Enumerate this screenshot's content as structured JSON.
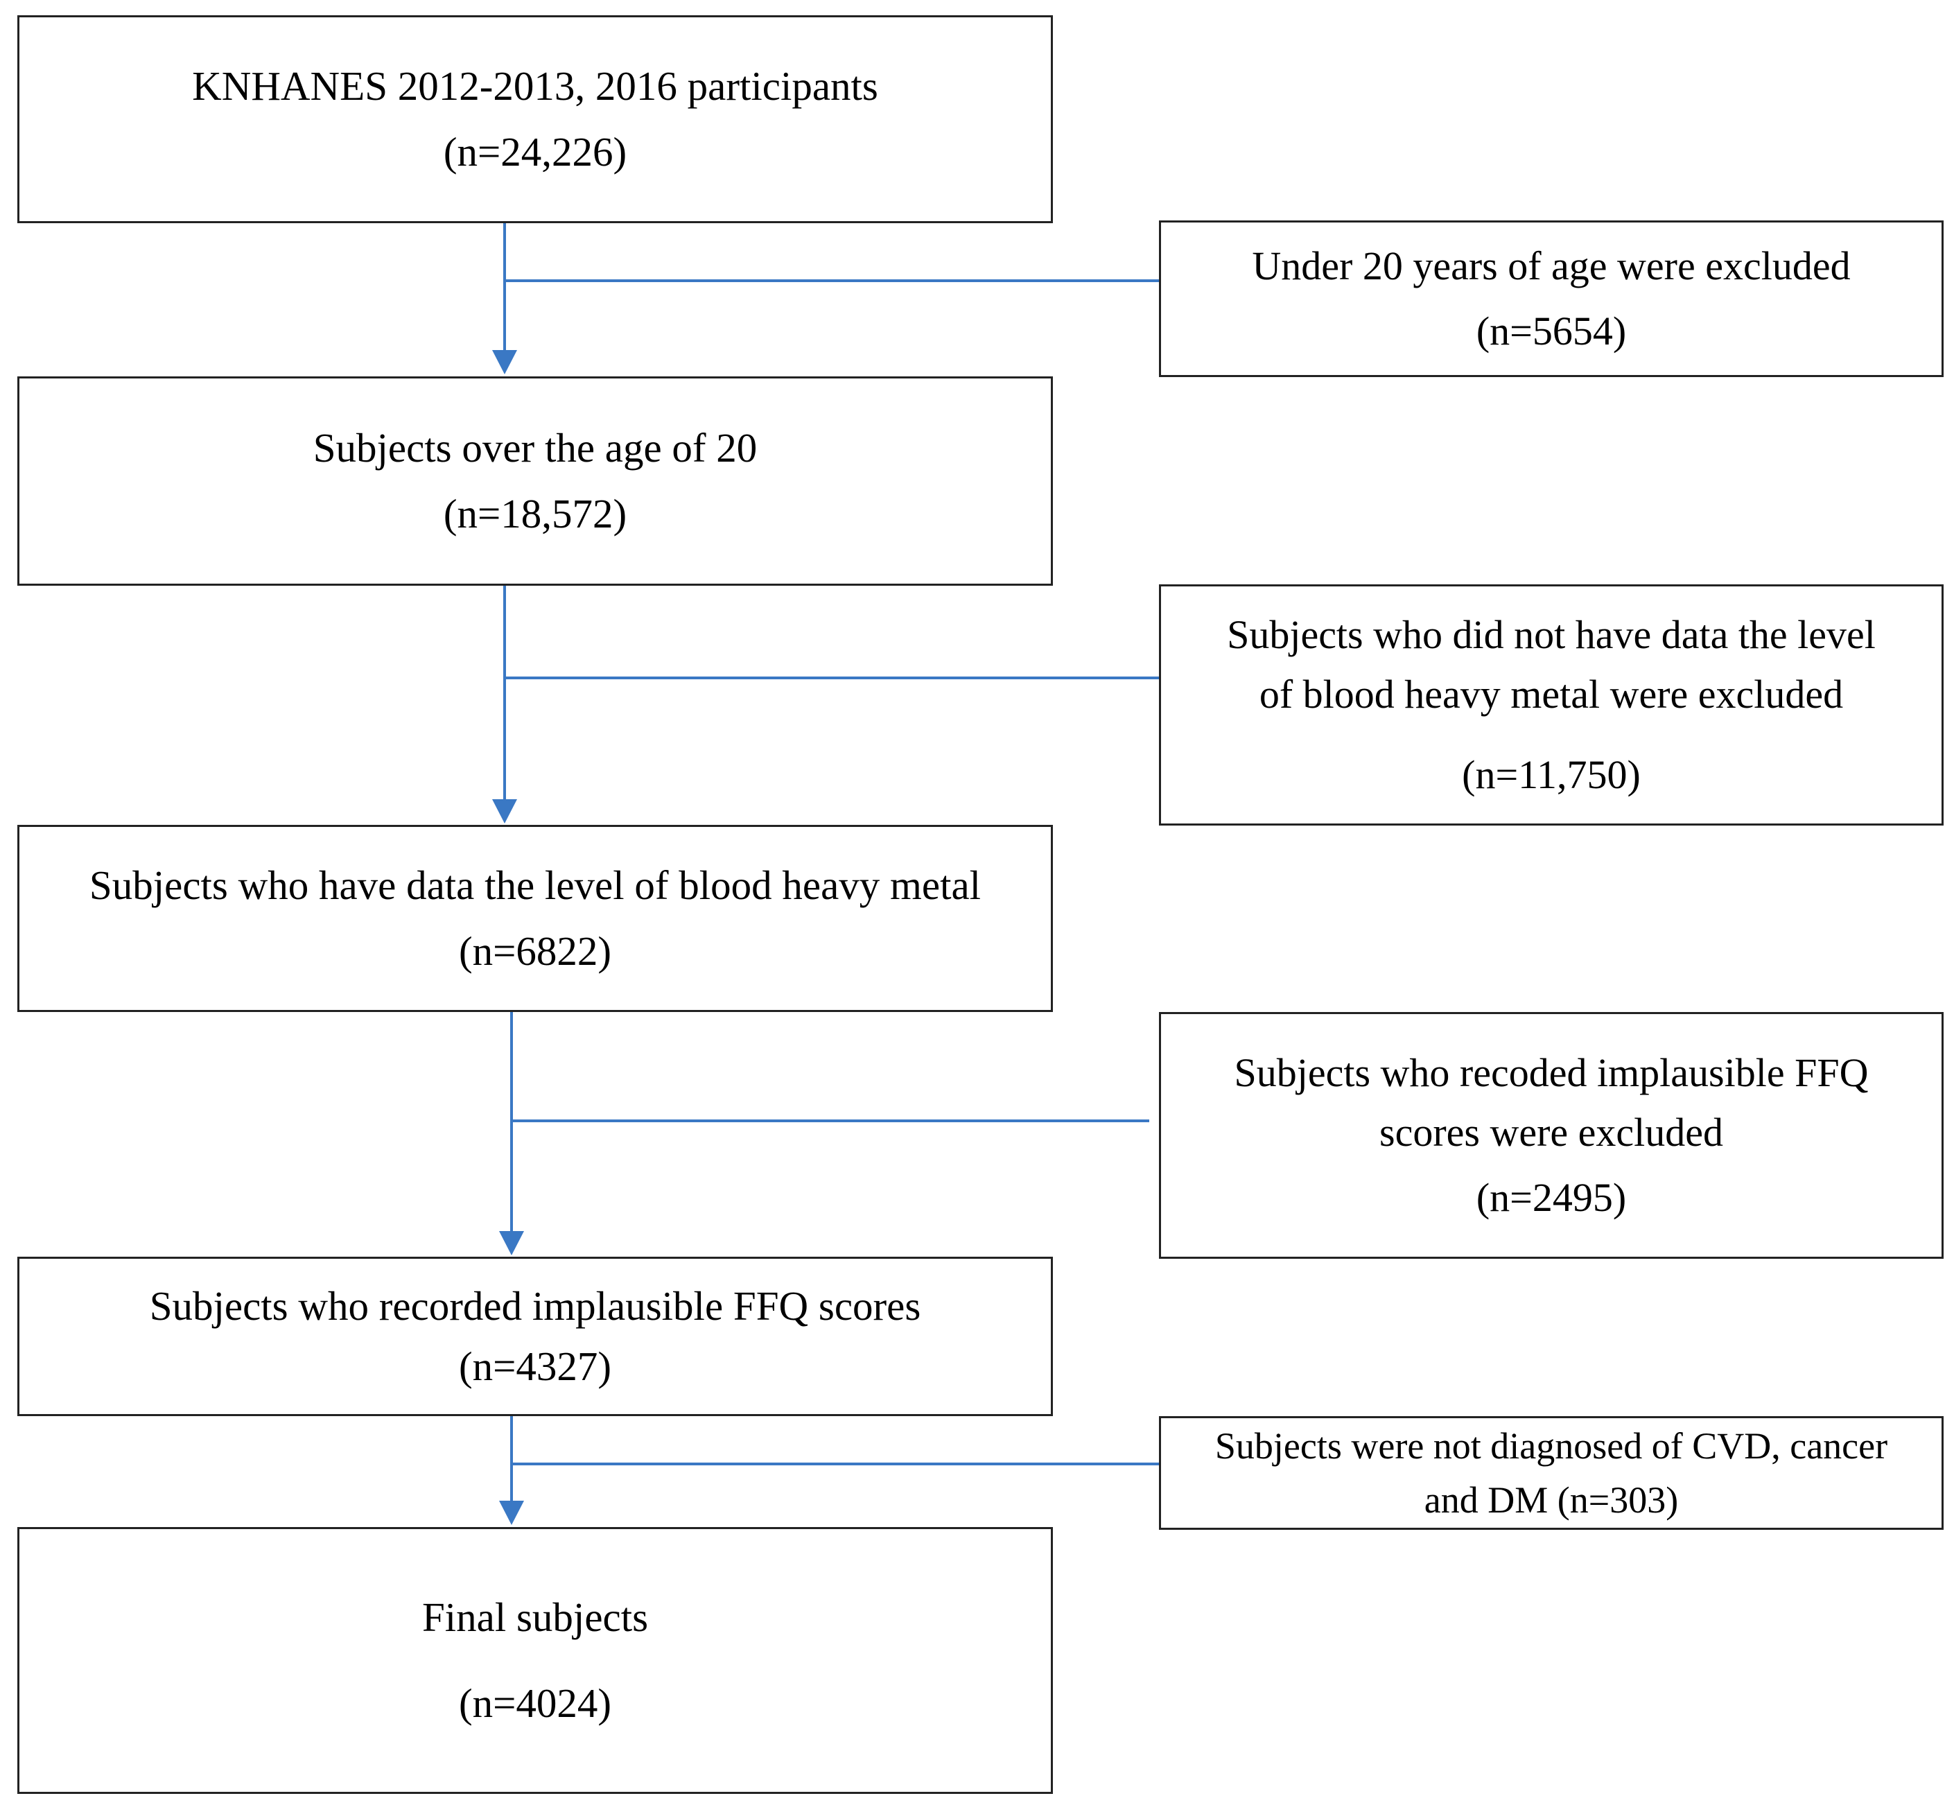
{
  "flow": {
    "steps": [
      {
        "label": "KNHANES 2012-2013, 2016 participants",
        "count": "(n=24,226)"
      },
      {
        "label": "Subjects over the age of 20",
        "count": "(n=18,572)"
      },
      {
        "label": "Subjects who have data the level of blood heavy metal",
        "count": "(n=6822)"
      },
      {
        "label": "Subjects who recorded implausible FFQ scores",
        "count": "(n=4327)"
      },
      {
        "label": "Final subjects",
        "count": "(n=4024)"
      }
    ],
    "exclusions": [
      {
        "lines": [
          "Under 20 years of age were excluded"
        ],
        "count": "(n=5654)"
      },
      {
        "lines": [
          "Subjects who did not have data the level",
          "of blood heavy metal were excluded"
        ],
        "count": "(n=11,750)"
      },
      {
        "lines": [
          "Subjects who recoded implausible FFQ",
          "scores were excluded"
        ],
        "count": "(n=2495)"
      },
      {
        "lines": [
          "Subjects were not diagnosed of CVD, cancer",
          "and DM (n=303)"
        ]
      }
    ],
    "colors": {
      "connector": "#3a78c4",
      "border": "#222222",
      "background": "#ffffff"
    }
  }
}
